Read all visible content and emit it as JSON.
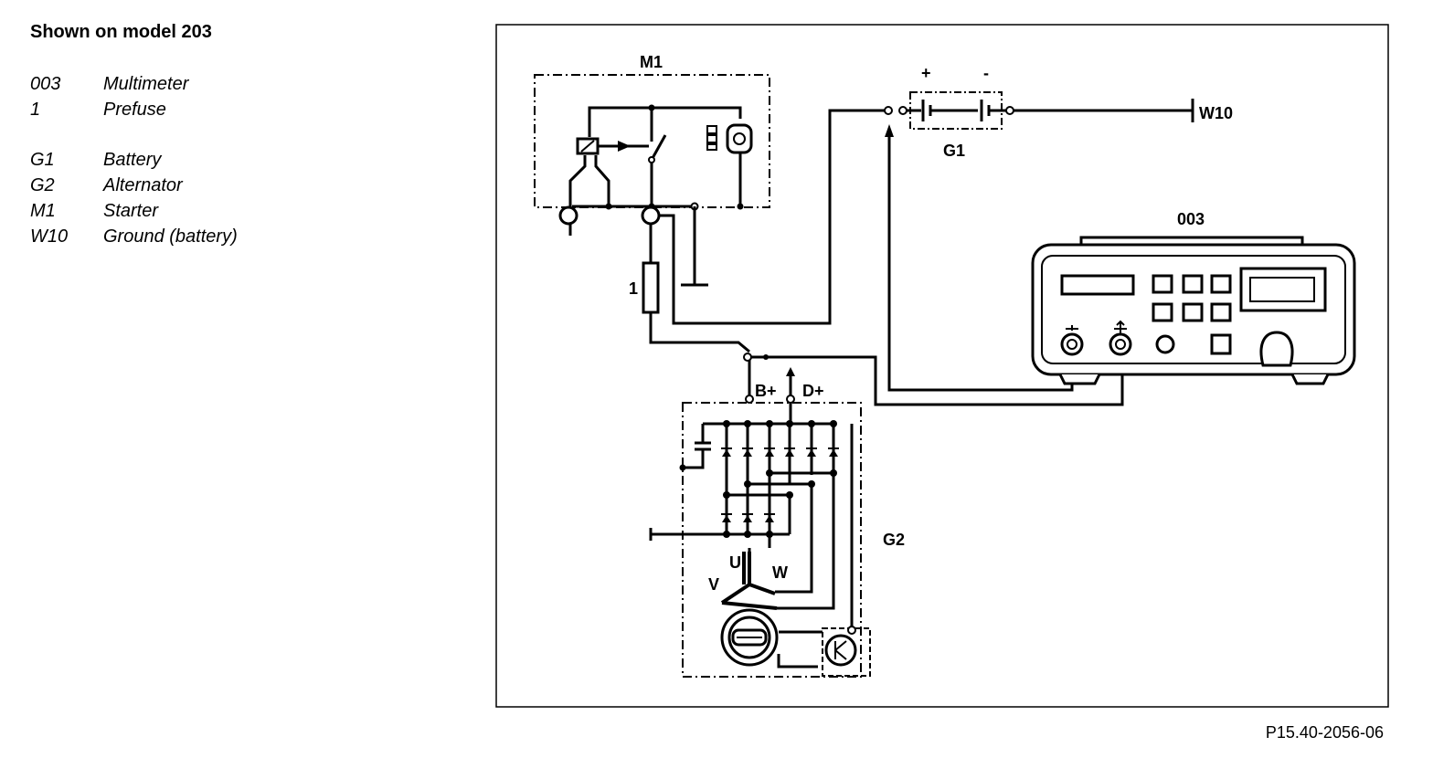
{
  "heading": "Shown on model 203",
  "legend": [
    {
      "code": "003",
      "desc": "Multimeter"
    },
    {
      "code": "1",
      "desc": "Prefuse"
    },
    {
      "code": "G1",
      "desc": "Battery"
    },
    {
      "code": "G2",
      "desc": "Alternator"
    },
    {
      "code": "M1",
      "desc": "Starter"
    },
    {
      "code": "W10",
      "desc": "Ground (battery)"
    }
  ],
  "diagram": {
    "labels": {
      "starter": "M1",
      "battery": "G1",
      "battery_plus": "+",
      "battery_minus": "-",
      "ground": "W10",
      "multimeter": "003",
      "prefuse": "1",
      "alternator": "G2",
      "b_plus": "B+",
      "d_plus": "D+",
      "phase_u": "U",
      "phase_v": "V",
      "phase_w": "W"
    }
  },
  "reference": "P15.40-2056-06"
}
